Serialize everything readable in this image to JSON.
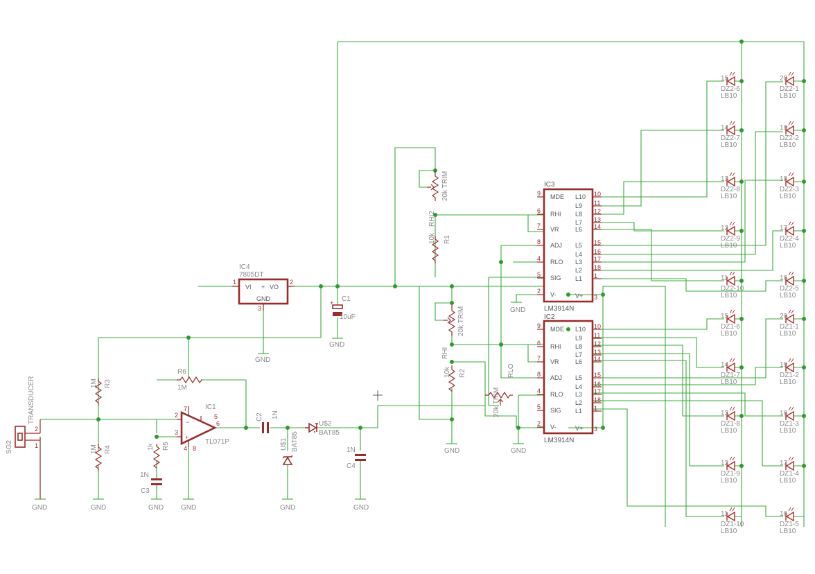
{
  "parts": {
    "ic4": {
      "name": "IC4",
      "value": "7805DT",
      "pin_vi": "VI",
      "pin_vo": "VO",
      "pin_gnd": "GND",
      "pin_1": "1",
      "pin_2": "2",
      "pin_3": "3"
    },
    "c1": {
      "name": "C1",
      "value": "10uF"
    },
    "ic3": {
      "name": "IC3",
      "value": "LM3914N"
    },
    "ic2": {
      "name": "IC2",
      "value": "LM3914N"
    },
    "rhi2": {
      "name": "RHI2",
      "value": "20k TRIM"
    },
    "r1": {
      "name": "R1",
      "value": "10k"
    },
    "rhi": {
      "name": "RHI",
      "value": "20k TRIM"
    },
    "r2": {
      "name": "R2",
      "value": "10k"
    },
    "rlo": {
      "name": "RLO",
      "value": "20k TRIM"
    },
    "r3": {
      "name": "R3",
      "value": "1M"
    },
    "r4": {
      "name": "R4",
      "value": "1M"
    },
    "r5": {
      "name": "R5",
      "value": "1k"
    },
    "r6": {
      "name": "R6",
      "value": "1M"
    },
    "c2": {
      "name": "C2",
      "value": "1N"
    },
    "c3": {
      "name": "C3",
      "value": "1N"
    },
    "c4": {
      "name": "C4",
      "value": "1N"
    },
    "ic1": {
      "name": "IC1",
      "value": "TL071P"
    },
    "u1": {
      "name": "U$1",
      "value": "BAT85"
    },
    "u2": {
      "name": "U$2",
      "value": "BAT85"
    },
    "sg2": {
      "name": "SG2",
      "value": "TRANSDUCER"
    }
  },
  "net_gnd": "GND",
  "lm3914_pins": [
    {
      "num": "9",
      "name": "MDE"
    },
    {
      "num": "6",
      "name": "RHI"
    },
    {
      "num": "7",
      "name": "VR"
    },
    {
      "num": "8",
      "name": "ADJ"
    },
    {
      "num": "4",
      "name": "RLO"
    },
    {
      "num": "5",
      "name": "SIG"
    },
    {
      "num": "2",
      "name": "V-"
    }
  ],
  "lm3914_right": [
    {
      "num": "10",
      "name": "L10"
    },
    {
      "num": "11",
      "name": "L9"
    },
    {
      "num": "12",
      "name": "L8"
    },
    {
      "num": "13",
      "name": "L7"
    },
    {
      "num": "14",
      "name": "L6"
    },
    {
      "num": "15",
      "name": "L5"
    },
    {
      "num": "16",
      "name": "L4"
    },
    {
      "num": "17",
      "name": "L3"
    },
    {
      "num": "18",
      "name": "L2"
    },
    {
      "num": "1",
      "name": "L1"
    }
  ],
  "lm3914_vplus": {
    "num": "3",
    "name": "V+"
  },
  "leds_left": [
    {
      "num": "15",
      "name": "DZ2-6",
      "value": "LB10"
    },
    {
      "num": "14",
      "name": "DZ2-7",
      "value": "LB10"
    },
    {
      "num": "13",
      "name": "DZ2-8",
      "value": "LB10"
    },
    {
      "num": "12",
      "name": "DZ2-9",
      "value": "LB10"
    },
    {
      "num": "11",
      "name": "DZ2-10",
      "value": "LB10"
    },
    {
      "num": "15",
      "name": "DZ1-6",
      "value": "LB10"
    },
    {
      "num": "14",
      "name": "DZ1-7",
      "value": "LB10"
    },
    {
      "num": "13",
      "name": "DZ1-8",
      "value": "LB10"
    },
    {
      "num": "12",
      "name": "DZ1-9",
      "value": "LB10"
    },
    {
      "num": "11",
      "name": "DZ1-10",
      "value": "LB10"
    }
  ],
  "leds_right": [
    {
      "num": "20",
      "name": "DZ2-1",
      "value": "LB10"
    },
    {
      "num": "19",
      "name": "DZ2-2",
      "value": "LB10"
    },
    {
      "num": "18",
      "name": "DZ2-3",
      "value": "LB10"
    },
    {
      "num": "17",
      "name": "DZ2-4",
      "value": "LB10"
    },
    {
      "num": "16",
      "name": "DZ2-5",
      "value": "LB10"
    },
    {
      "num": "20",
      "name": "DZ1-1",
      "value": "LB10"
    },
    {
      "num": "19",
      "name": "DZ1-2",
      "value": "LB10"
    },
    {
      "num": "18",
      "name": "DZ1-3",
      "value": "LB10"
    },
    {
      "num": "17",
      "name": "DZ1-4",
      "value": "LB10"
    },
    {
      "num": "16",
      "name": "DZ1-5",
      "value": "LB10"
    }
  ],
  "pin_numbers": {
    "ic1_in_minus": "2",
    "ic1_in_plus": "3",
    "ic1_out": "6",
    "ic1_7": "7",
    "ic1_5": "5",
    "ic1_4": "4",
    "ic1_8": "8",
    "sg2_1": "1",
    "sg2_2": "2"
  },
  "colors": {
    "wire": "#3aa83a",
    "part": "#9a2b2b",
    "led": "#b02a2a",
    "label": "#8a8a8a",
    "background": "#ffffff"
  }
}
